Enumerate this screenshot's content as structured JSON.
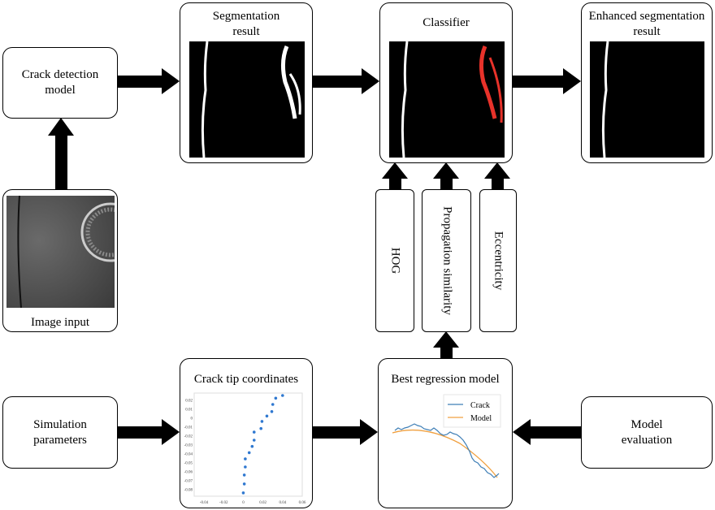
{
  "nodes": {
    "crack_detection_model": "Crack detection model",
    "image_input": "Image input",
    "segmentation_result": "Segmentation result",
    "classifier": "Classifier",
    "enhanced_segmentation_result": "Enhanced segmentation result",
    "hog": "HOG",
    "propagation_similarity": "Propagation similarity",
    "eccentricity": "Eccentricity",
    "simulation_parameters": "Simulation parameters",
    "crack_tip_coordinates": "Crack tip coordinates",
    "best_regression_model": "Best regression model",
    "model_evaluation": "Model evaluation"
  },
  "colors": {
    "removed_crack": "#e8322a",
    "crack_line": "#3f7fb6",
    "model_line": "#f0a040",
    "scatter": "#2f78d0"
  },
  "chart_data": [
    {
      "type": "scatter",
      "x_ticks": [
        "-0.04",
        "-0.02",
        "0",
        "0.02",
        "0.04",
        "0.06"
      ],
      "y_ticks": [
        "0.02",
        "0.01",
        "0",
        "-0.01",
        "-0.02",
        "-0.03",
        "-0.04",
        "-0.05",
        "-0.06",
        "-0.07",
        "-0.08"
      ],
      "xlim": [
        -0.05,
        0.06
      ],
      "ylim": [
        -0.085,
        0.025
      ],
      "x": [
        0.04,
        0.033,
        0.03,
        0.029,
        0.024,
        0.019,
        0.018,
        0.011,
        0.011,
        0.009,
        0.006,
        0.002,
        0.002,
        0.001,
        0.001,
        0
      ],
      "y": [
        0.025,
        0.022,
        0.015,
        0.007,
        0.002,
        -0.004,
        -0.012,
        -0.016,
        -0.025,
        -0.032,
        -0.039,
        -0.046,
        -0.055,
        -0.064,
        -0.074,
        -0.084
      ]
    },
    {
      "type": "line",
      "legend": "top-right",
      "series": [
        {
          "name": "Crack"
        },
        {
          "name": "Model"
        }
      ]
    }
  ]
}
